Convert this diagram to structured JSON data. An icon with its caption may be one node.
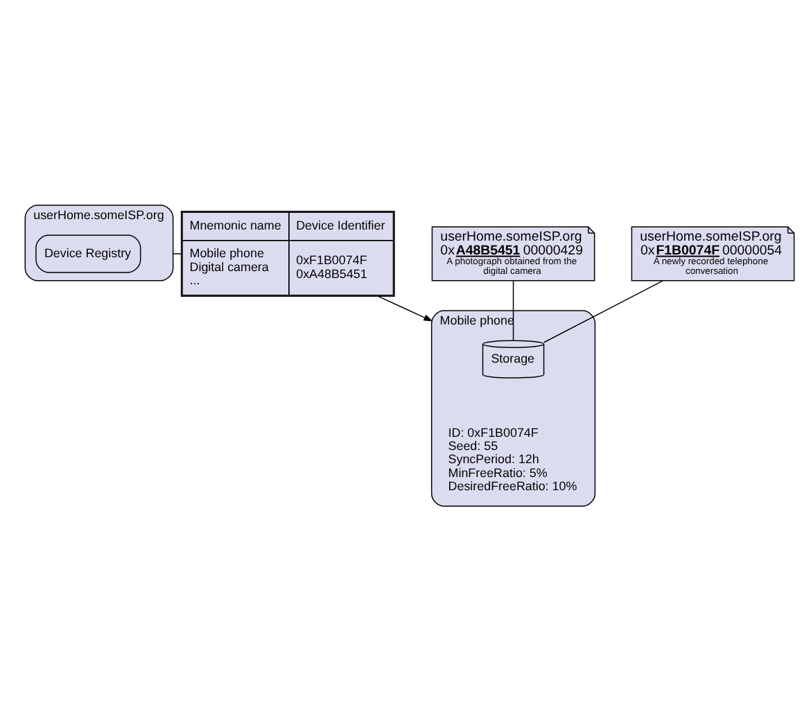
{
  "diagram": {
    "nodes": [
      {
        "text": [
          "userHome.someISP.org"
        ]
      },
      {
        "text": [
          "Device Registry"
        ],
        "in": 0
      },
      {
        "text": [
          "Mnemonic name",
          "Device Identifier",
          "Mobile phone Digital camera ...",
          "0xF1B0074F 0xA48B5451"
        ]
      },
      {
        "text": [
          "Mobile phone",
          "ID: 0xF1B0074F Seed: 55 SyncPeriod: 12h MinFreeRatio: 5% DesiredFreeRatio: 10%"
        ]
      },
      {
        "text": [
          "Storage"
        ],
        "in": 3
      },
      {
        "text": [
          "userHome.someISP.org 0x**A48B5451**00000429",
          "A photograph obtained from the digital camera"
        ]
      },
      {
        "text": [
          "userHome.someISP.org 0x**F1B0074F**00000054",
          "A newly recorded telephone conversation"
        ]
      }
    ],
    "edges": [
      {
        "from": 2,
        "to": 0,
        "arrow": "none"
      },
      {
        "from": 2,
        "to": 3,
        "arrow": "to"
      },
      {
        "from": 5,
        "to": 4,
        "arrow": "none"
      },
      {
        "from": 6,
        "to": 4,
        "arrow": "none"
      }
    ]
  }
}
